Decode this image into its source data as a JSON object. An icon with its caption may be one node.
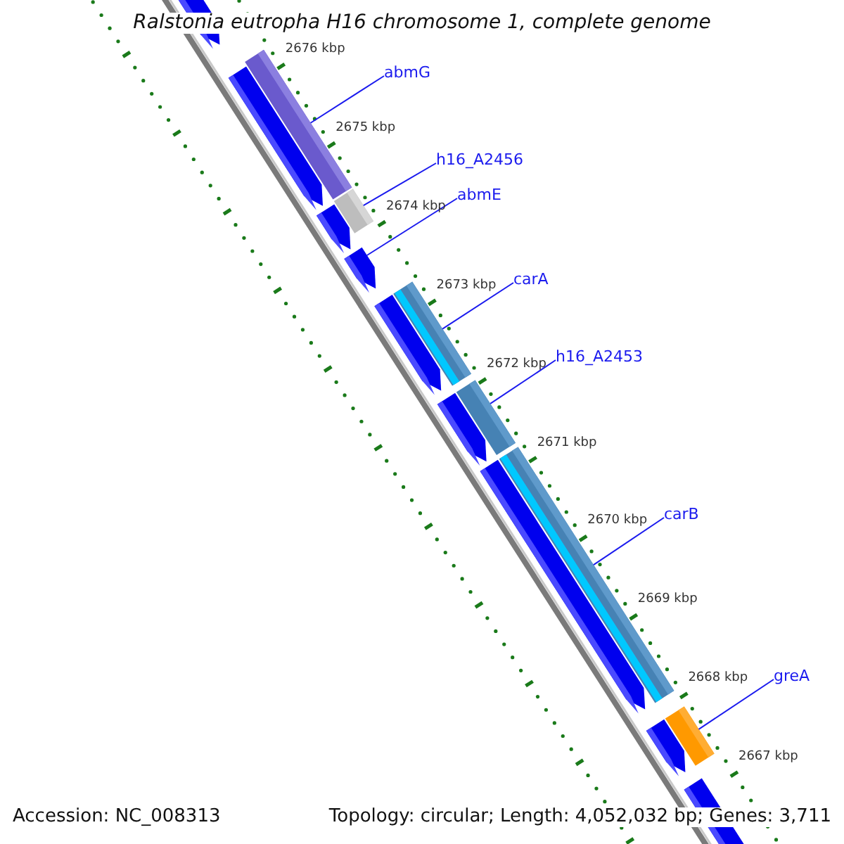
{
  "diagram": {
    "title": "Ralstonia eutropha H16 chromosome 1, complete genome",
    "nodes": [
      {
        "text": [
          "abmG"
        ]
      },
      {
        "text": [
          "h16_A2456"
        ]
      },
      {
        "text": [
          "abmE"
        ]
      },
      {
        "text": [
          "carA"
        ]
      },
      {
        "text": [
          "h16_A2453"
        ]
      },
      {
        "text": [
          "carB"
        ]
      },
      {
        "text": [
          "greA"
        ]
      },
      {
        "text": [],
        "shape": "bar"
      },
      {
        "text": [],
        "shape": "bar"
      },
      {
        "text": [],
        "shape": "bar"
      },
      {
        "text": [],
        "shape": "bar"
      },
      {
        "text": [],
        "shape": "bar"
      },
      {
        "text": [],
        "shape": "bar"
      },
      {
        "text": [],
        "shape": "bar"
      }
    ],
    "edges": [
      {
        "from": 0,
        "to": 7,
        "arrow": "none"
      },
      {
        "from": 1,
        "to": 8,
        "arrow": "none"
      },
      {
        "from": 2,
        "to": 9,
        "arrow": "none"
      },
      {
        "from": 3,
        "to": 10,
        "arrow": "none"
      },
      {
        "from": 4,
        "to": 11,
        "arrow": "none"
      },
      {
        "from": 5,
        "to": 12,
        "arrow": "none"
      },
      {
        "from": 6,
        "to": 13,
        "arrow": "none"
      }
    ],
    "labels": [
      "2676 kbp",
      "2675 kbp",
      "2674 kbp",
      "2673 kbp",
      "2672 kbp",
      "2671 kbp",
      "2670 kbp",
      "2669 kbp",
      "2668 kbp",
      "2667 kbp",
      "Accession: NC_008313",
      "Topology: circular; Length: 4,052,032 bp; Genes: 3,711"
    ]
  }
}
